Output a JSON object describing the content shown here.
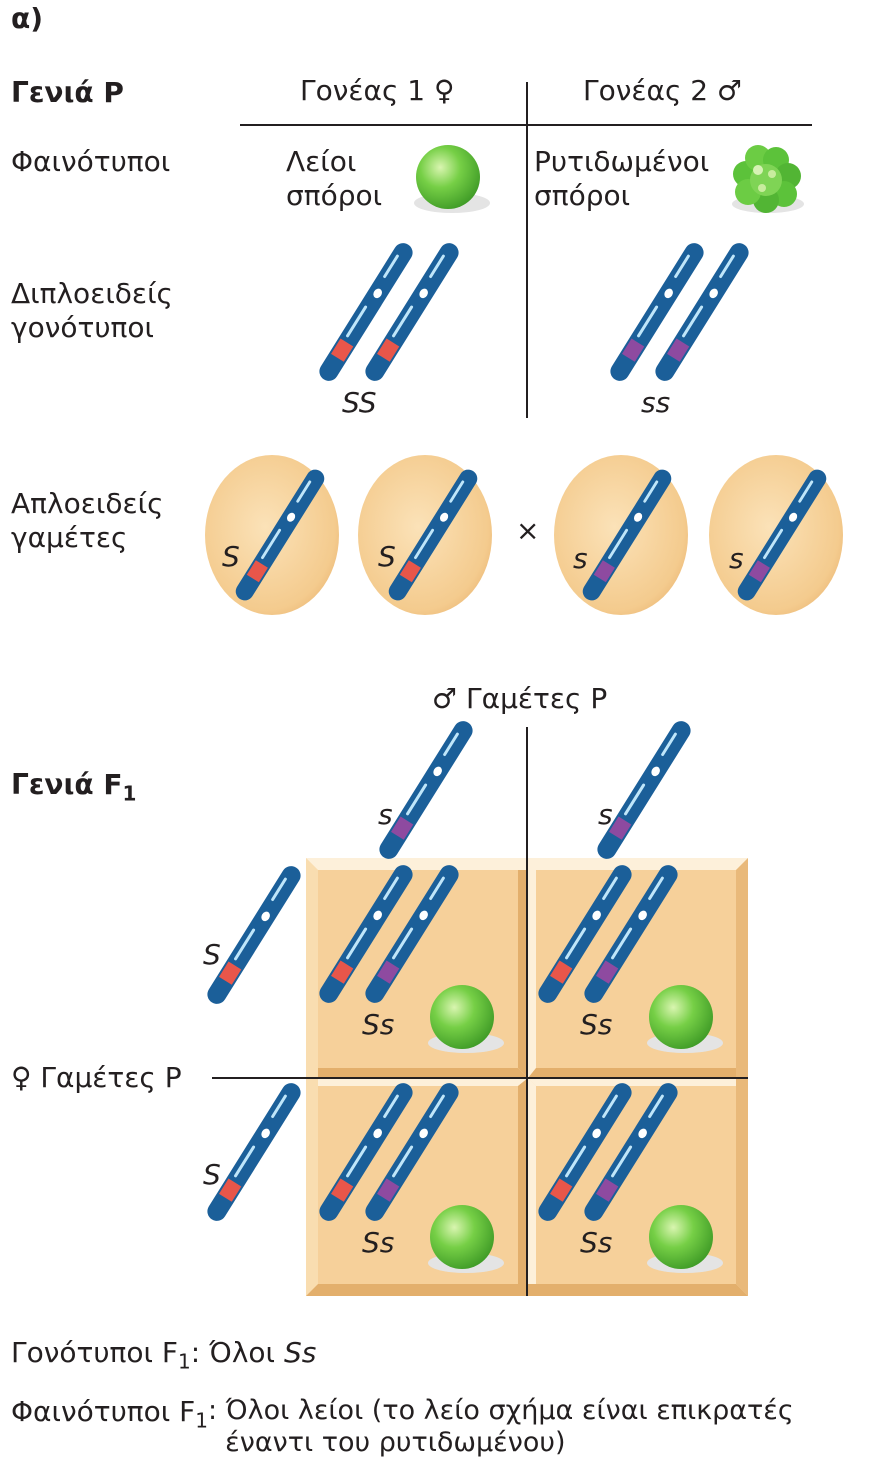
{
  "panel_label": "α)",
  "p_generation": {
    "title": "Γενιά P",
    "parent1": "Γονέας 1",
    "parent2": "Γονέας 2",
    "female_symbol": "♀",
    "male_symbol": "♂",
    "phenotypes_label": "Φαινότυποι",
    "parent1_phenotype": "Λείοι\nσπόροι",
    "parent2_phenotype": "Ρυτιδωμένοι\nσπόροι",
    "diploid_label": "Διπλοειδείς\nγονότυποι",
    "parent1_genotype": "SS",
    "parent2_genotype": "ss",
    "haploid_label": "Απλοειδείς\nγαμέτες",
    "cross_symbol": "×",
    "gamete_alleles": [
      "S",
      "S",
      "s",
      "s"
    ]
  },
  "f1_generation": {
    "title_main": "Γενιά F",
    "title_sub": "1",
    "male_gametes_label": "Γαμέτες P",
    "female_gametes_label": "Γαμέτες P",
    "male_gamete_alleles": [
      "s",
      "s"
    ],
    "female_gamete_alleles": [
      "S",
      "S"
    ],
    "cell_genotypes": [
      "Ss",
      "Ss",
      "Ss",
      "Ss"
    ]
  },
  "summary": {
    "genotypes_prefix": "Γονότυποι F",
    "genotypes_sub": "1",
    "genotypes_text": ": Όλοι ",
    "genotypes_value": "Ss",
    "phenotypes_prefix": "Φαινότυποι F",
    "phenotypes_sub": "1",
    "phenotypes_text": ": Όλοι λείοι (το λείο σχήμα είναι επικρατές\n  έναντι του ρυτιδωμένου)"
  },
  "colors": {
    "chromosome": "#3aa0d8",
    "dominant_allele": "#e8564a",
    "recessive_allele": "#8e4aa0",
    "cell": "#f6d09a",
    "seed": "#5cc23a"
  }
}
